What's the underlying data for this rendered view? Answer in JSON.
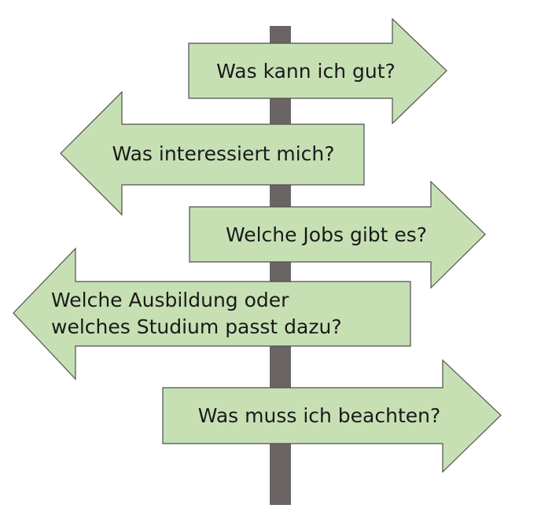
{
  "colors": {
    "sign_fill": "#c6e0b4",
    "sign_stroke": "#4f4f4f",
    "post_fill": "#6b6464",
    "text": "#1a1a1a"
  },
  "signs": [
    {
      "direction": "right",
      "lines": [
        "Was kann ich gut?"
      ]
    },
    {
      "direction": "left",
      "lines": [
        "Was interessiert mich?"
      ]
    },
    {
      "direction": "right",
      "lines": [
        "Welche Jobs gibt es?"
      ]
    },
    {
      "direction": "left",
      "lines": [
        "Welche Ausbildung oder",
        "welches Studium passt dazu?"
      ]
    },
    {
      "direction": "right",
      "lines": [
        "Was muss ich beachten?"
      ]
    }
  ]
}
